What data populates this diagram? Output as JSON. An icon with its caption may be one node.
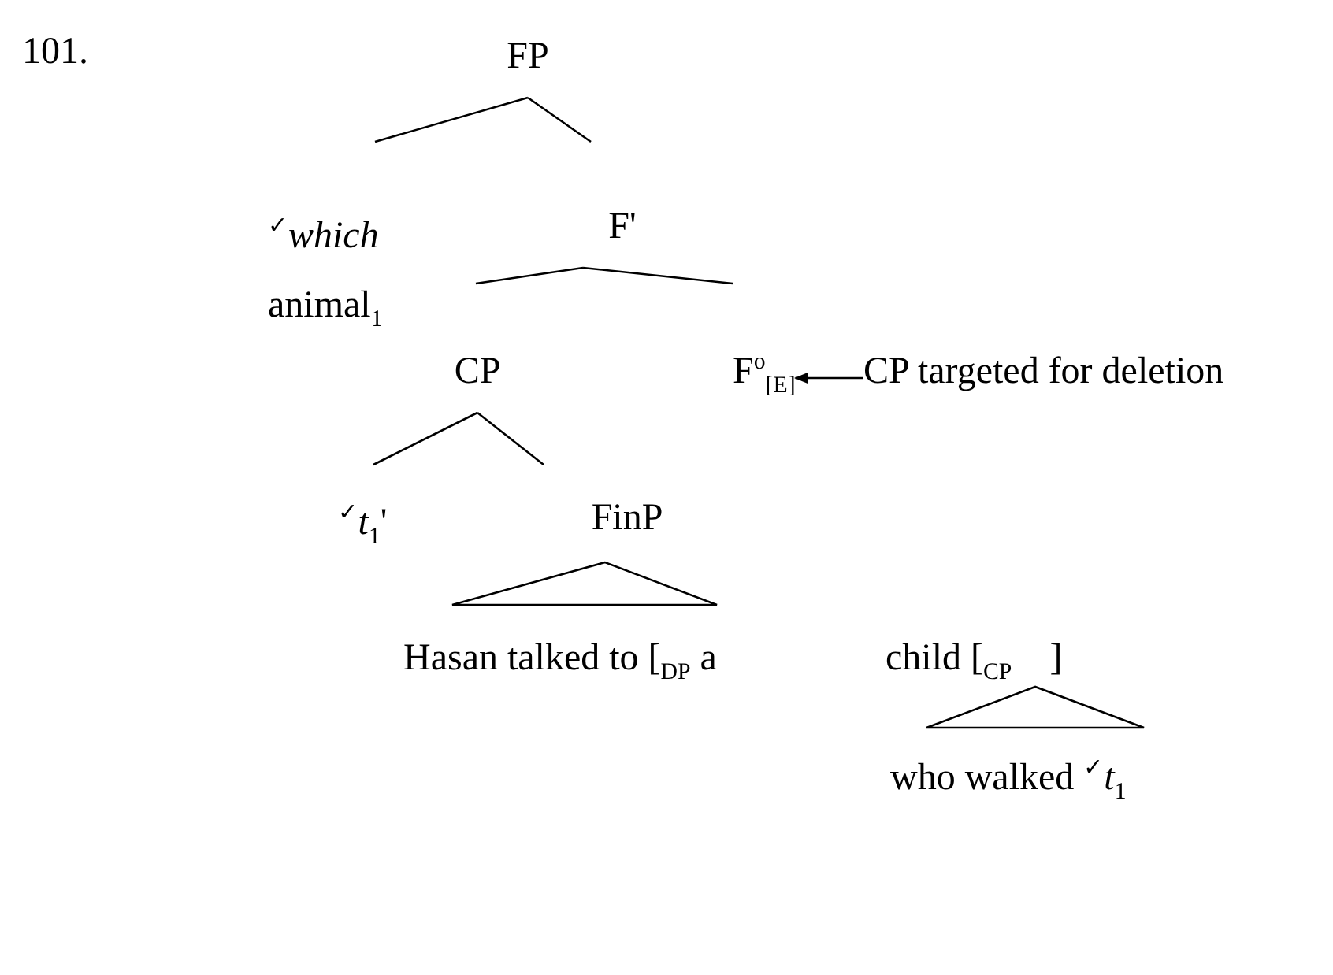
{
  "diagram": {
    "nodes": [
      {
        "text": [
          "FP"
        ]
      },
      {
        "text": [
          "$^{✓}$*which* animal$_{1}$"
        ]
      },
      {
        "text": [
          "F'"
        ]
      },
      {
        "text": [
          "CP"
        ]
      },
      {
        "text": [
          "F$^{o}$$_{[E]}$"
        ]
      },
      {
        "text": [
          "CP targeted for deletion"
        ]
      },
      {
        "text": [
          "$^{✓}$*t*$_{1}$'"
        ]
      },
      {
        "text": [
          "FinP"
        ]
      },
      {
        "text": [
          "Hasan talked to [$_{DP}$ a"
        ]
      },
      {
        "text": [
          "child [$_{CP}$    ]"
        ]
      },
      {
        "text": [
          "who walked $^{✓}$*t*$_{1}$"
        ]
      }
    ],
    "edges": [
      {
        "from": 0,
        "to": 1,
        "arrow": "none"
      },
      {
        "from": 0,
        "to": 2,
        "arrow": "none"
      },
      {
        "from": 2,
        "to": 3,
        "arrow": "none"
      },
      {
        "from": 2,
        "to": 4,
        "arrow": "none"
      },
      {
        "from": 3,
        "to": 6,
        "arrow": "none"
      },
      {
        "from": 3,
        "to": 7,
        "arrow": "none"
      },
      {
        "from": 7,
        "to": 8,
        "arrow": "none"
      },
      {
        "from": 9,
        "to": 10,
        "arrow": "none"
      },
      {
        "from": 5,
        "to": 4,
        "arrow": "to"
      }
    ],
    "labels": [
      "101."
    ]
  }
}
